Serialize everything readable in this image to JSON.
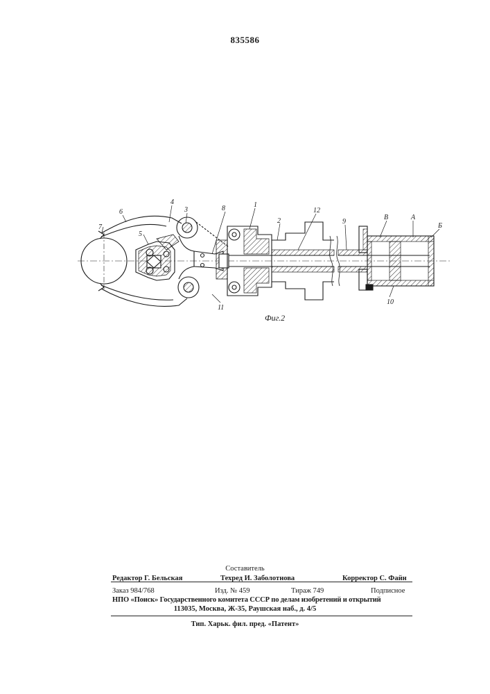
{
  "patent_number": "835586",
  "figure": {
    "caption": "Фиг.2",
    "labels": {
      "l1": "1",
      "l2": "2",
      "l3": "3",
      "l4": "4",
      "l5": "5",
      "l6": "6",
      "l7": "7",
      "l8": "8",
      "l9": "9",
      "l10": "10",
      "l11": "11",
      "l12": "12",
      "lV": "В",
      "lA": "А",
      "lB": "Б"
    }
  },
  "imprint": {
    "compiler_label": "Составитель",
    "editor_label": "Редактор",
    "editor_name": "Г. Бельская",
    "techred_label": "Техред",
    "techred_name": "И. Заболотнова",
    "corrector_label": "Корректор",
    "corrector_name": "С. Файн",
    "order": "Заказ 984/768",
    "edition": "Изд. № 459",
    "circulation": "Тираж 749",
    "subscription": "Подписное",
    "npo_line": "НПО «Поиск» Государственного комитета СССР по делам изобретений и открытий",
    "address": "113035, Москва, Ж-35, Раушская наб., д. 4/5",
    "printer": "Тип. Харьк. фил. пред. «Патент»"
  }
}
